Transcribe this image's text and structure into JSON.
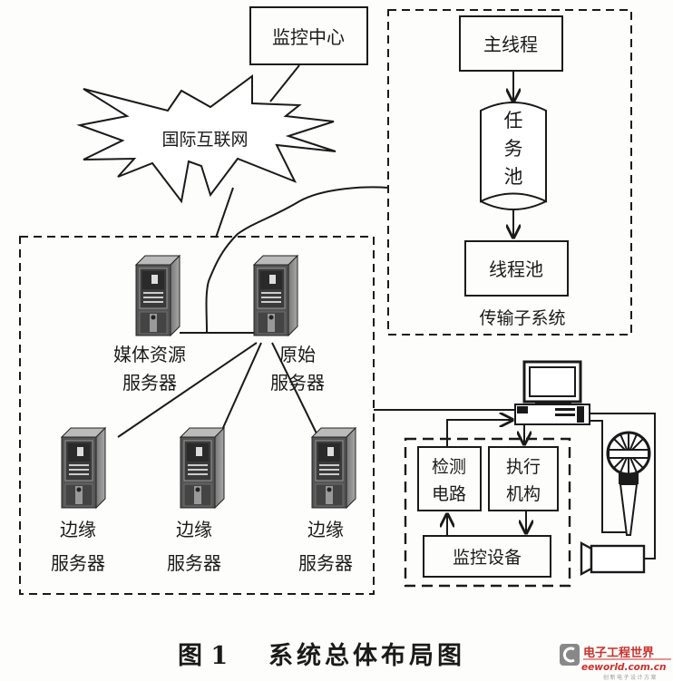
{
  "figure": {
    "caption_number": "图 1",
    "caption_title": "系统总体布局图"
  },
  "internet": {
    "monitor_center": "监控中心",
    "internet_cloud": "国际互联网"
  },
  "transmission_subsystem": {
    "title": "传输子系统",
    "main_thread": "主线程",
    "task_pool": [
      "任",
      "务",
      "池"
    ],
    "thread_pool": "线程池"
  },
  "server_cluster": {
    "media_server": {
      "line1": "媒体资源",
      "line2": "服务器"
    },
    "origin_server": {
      "line1": "原始",
      "line2": "服务器"
    },
    "edge_servers": [
      {
        "line1": "边缘",
        "line2": "服务器"
      },
      {
        "line1": "边缘",
        "line2": "服务器"
      },
      {
        "line1": "边缘",
        "line2": "服务器"
      }
    ]
  },
  "monitor_site": {
    "detection_circuit": {
      "line1": "检测",
      "line2": "电路"
    },
    "actuator": {
      "line1": "执行",
      "line2": "机构"
    },
    "monitoring_device": "监控设备"
  },
  "watermark": {
    "brand_cn": "电子工程世界",
    "brand_url": "eeworld.com.cn",
    "slogan": "创新电子设计方案"
  }
}
